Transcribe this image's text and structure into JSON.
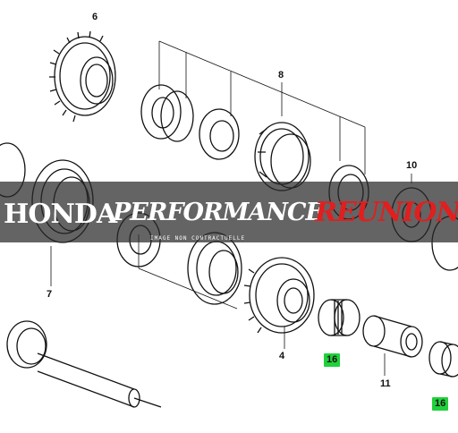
{
  "watermark": {
    "brand_honda": "HONDA",
    "brand_performance": "PERFORMANCE",
    "brand_reunion": "REUNION",
    "subtitle": "IMAGE NON CONTRACTUELLE",
    "accent_color": "#e01f1f"
  },
  "callouts": {
    "c6": "6",
    "c8": "8",
    "c10": "10",
    "c7": "7",
    "c4": "4",
    "c11": "11",
    "c16a": "16",
    "c16b": "16",
    "highlight_color": "#1fd13a"
  }
}
